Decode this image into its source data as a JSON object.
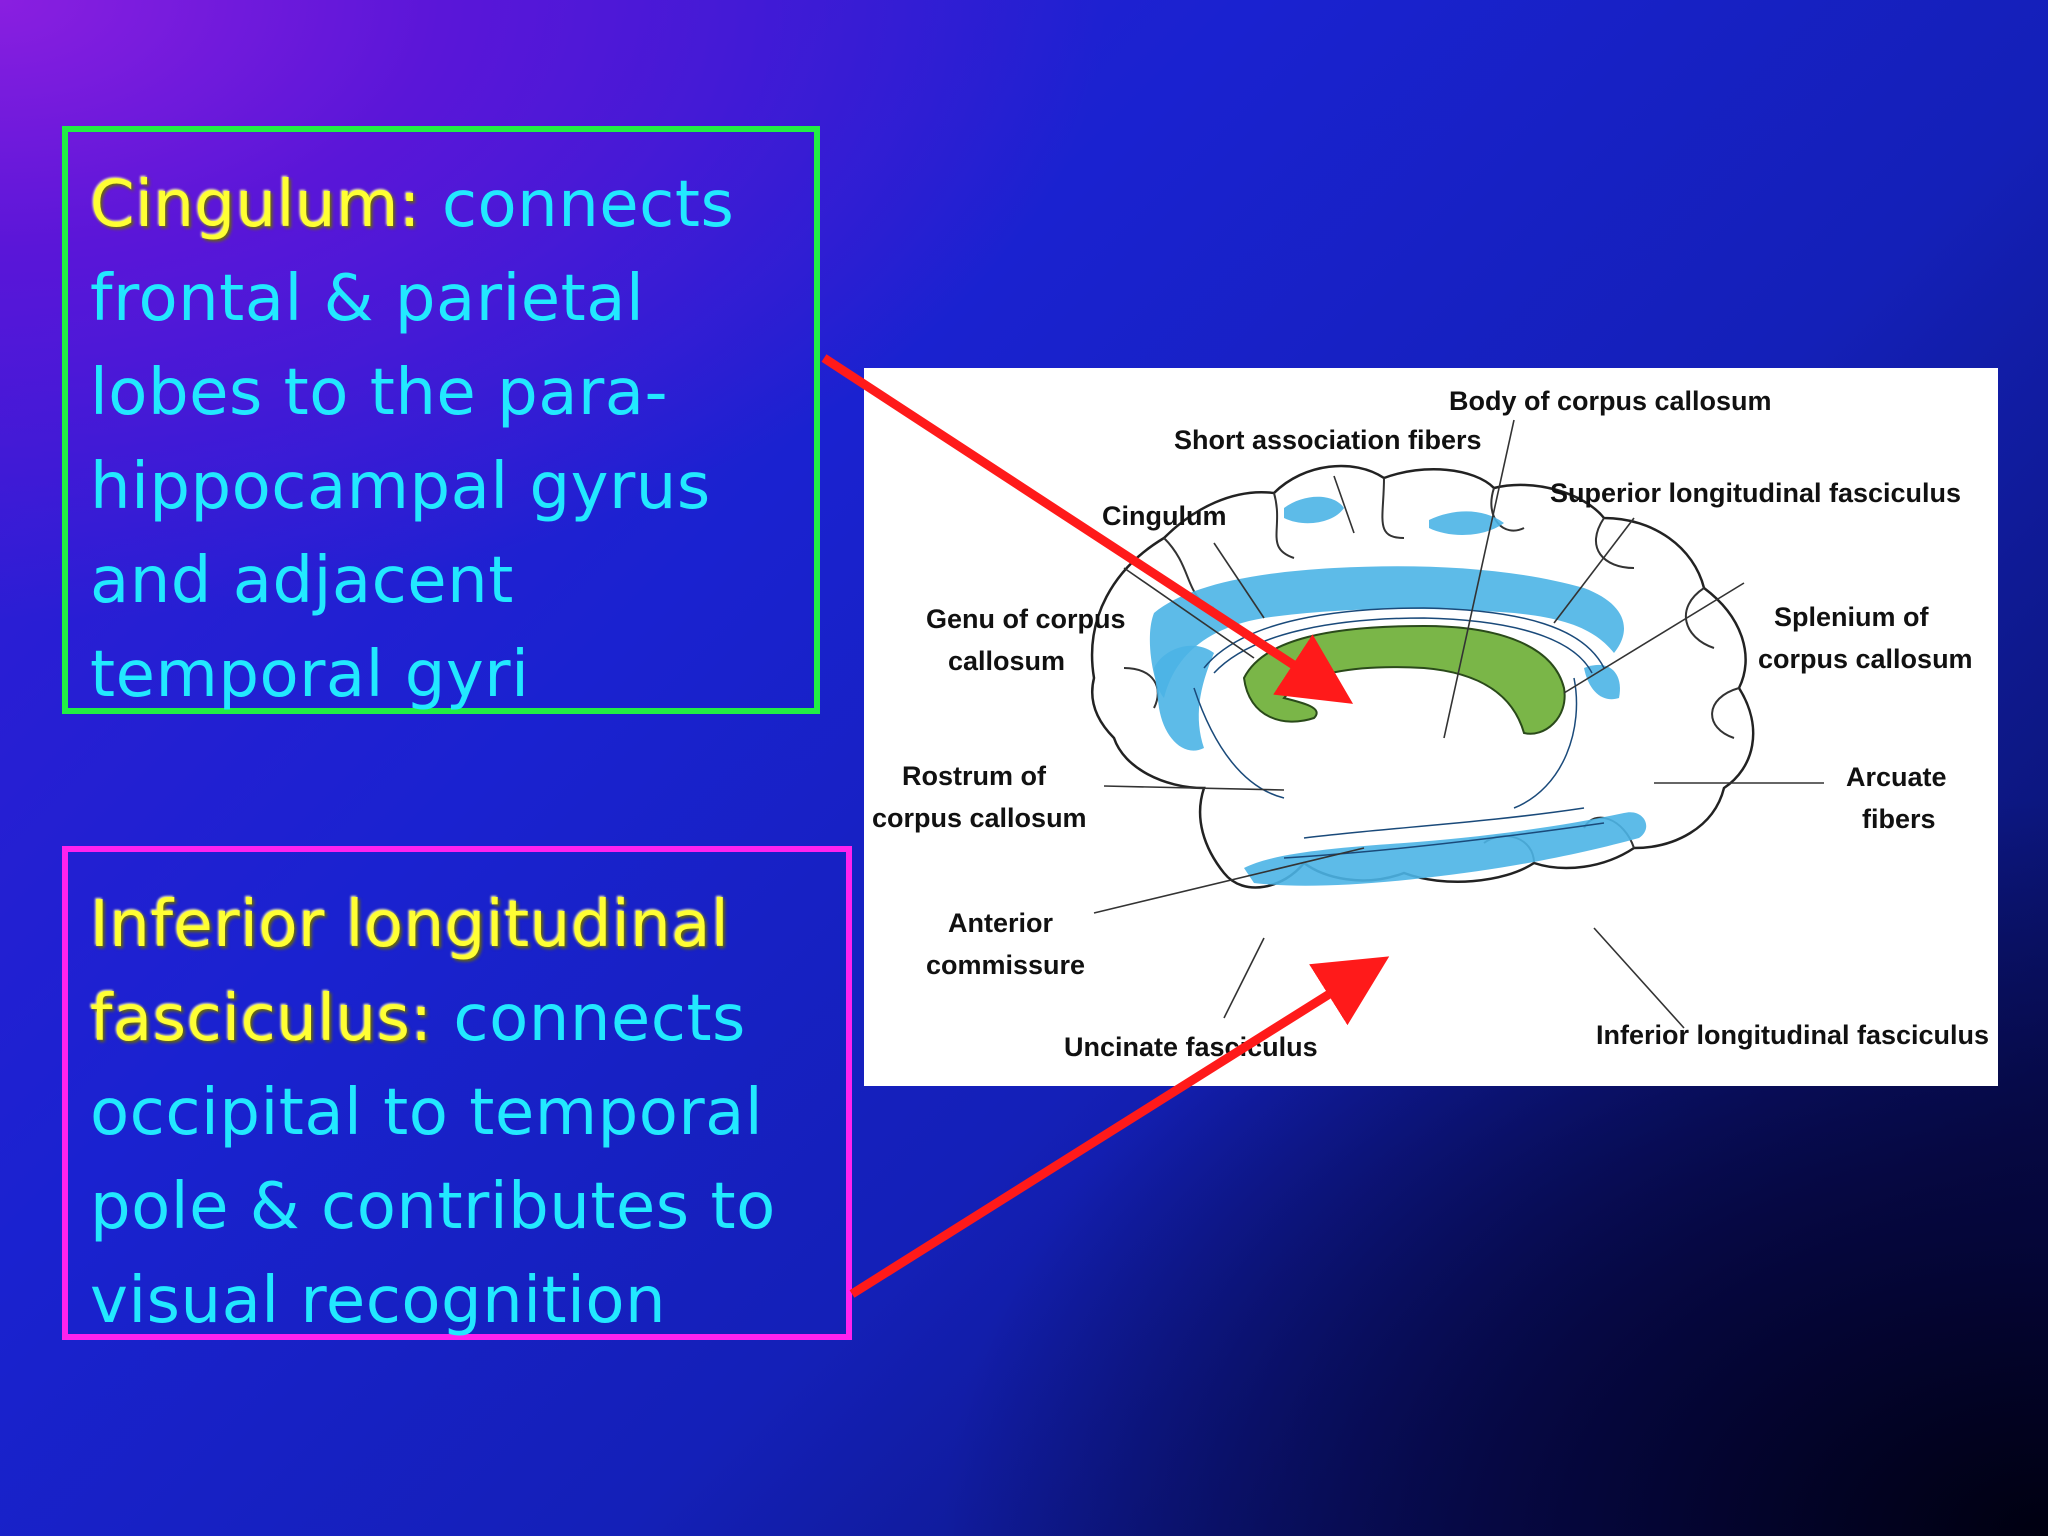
{
  "box1": {
    "highlight": "Cingulum:",
    "lines": [
      " connects",
      "frontal & parietal",
      "lobes to the para-",
      "hippocampal gyrus",
      "and adjacent",
      "temporal gyri"
    ]
  },
  "box2": {
    "highlight_lines": [
      "Inferior longitudinal",
      "fasciculus:"
    ],
    "lines": [
      " connects",
      "occipital to temporal",
      "pole & contributes to",
      "visual recognition"
    ]
  },
  "diagram": {
    "labels": {
      "body_cc": "Body of corpus callosum",
      "short_assoc": "Short association fibers",
      "slf": "Superior longitudinal fasciculus",
      "cingulum": "Cingulum",
      "genu_1": "Genu of corpus",
      "genu_2": "callosum",
      "splenium_1": "Splenium of",
      "splenium_2": "corpus callosum",
      "rostrum_1": "Rostrum of",
      "rostrum_2": "corpus callosum",
      "arcuate_1": "Arcuate",
      "arcuate_2": "fibers",
      "anterior_1": "Anterior",
      "anterior_2": "commissure",
      "uncinate": "Uncinate fasciculus",
      "ilf": "Inferior longitudinal fasciculus"
    },
    "colors": {
      "tract": "#4bb4e6",
      "callosum": "#7ab648",
      "arrow": "#ff1a1a"
    }
  }
}
